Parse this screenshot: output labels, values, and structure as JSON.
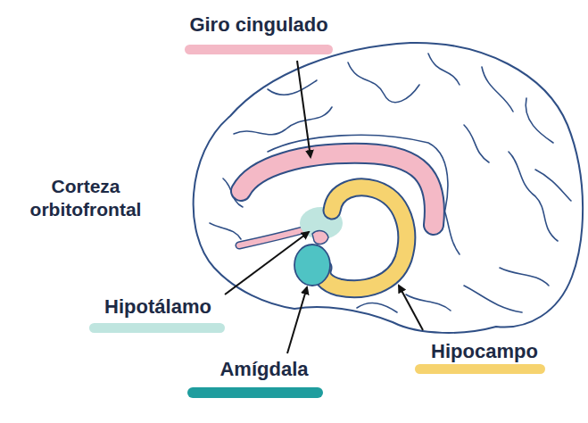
{
  "diagram": {
    "labels": [
      "Giro cingulado",
      "Corteza orbitofrontal",
      "Hipotálamo",
      "Amígdala",
      "Hipocampo"
    ]
  }
}
